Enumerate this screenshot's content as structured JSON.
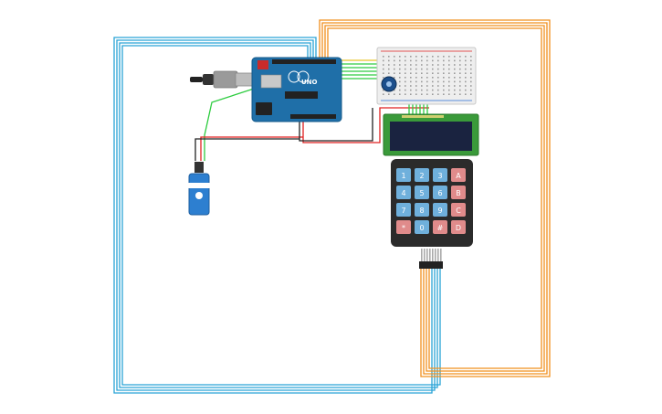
{
  "colors": {
    "background": "#ffffff",
    "wire_blue": "#2aa3d6",
    "wire_orange": "#f0901e",
    "wire_green": "#2ecc40",
    "wire_red": "#e02020",
    "wire_black": "#222222",
    "wire_yellow": "#e8c32a",
    "arduino_board": "#1f6fa8",
    "breadboard": "#eeeeee",
    "lcd_pcb": "#3a9a3a",
    "lcd_screen": "#1a2340",
    "keypad_body": "#2b2b2b",
    "key_blue": "#6fb0dc",
    "key_red": "#e08b8b",
    "servo_body": "#2d7fd0"
  },
  "arduino": {
    "brand": "UNO",
    "icon": "arduino-uno-board"
  },
  "keypad": {
    "rows": [
      [
        {
          "label": "1",
          "kind": "digit"
        },
        {
          "label": "2",
          "kind": "digit"
        },
        {
          "label": "3",
          "kind": "digit"
        },
        {
          "label": "A",
          "kind": "func"
        }
      ],
      [
        {
          "label": "4",
          "kind": "digit"
        },
        {
          "label": "5",
          "kind": "digit"
        },
        {
          "label": "6",
          "kind": "digit"
        },
        {
          "label": "B",
          "kind": "func"
        }
      ],
      [
        {
          "label": "7",
          "kind": "digit"
        },
        {
          "label": "8",
          "kind": "digit"
        },
        {
          "label": "9",
          "kind": "digit"
        },
        {
          "label": "C",
          "kind": "func"
        }
      ],
      [
        {
          "label": "*",
          "kind": "func"
        },
        {
          "label": "0",
          "kind": "digit"
        },
        {
          "label": "#",
          "kind": "func"
        },
        {
          "label": "D",
          "kind": "func"
        }
      ]
    ]
  },
  "components": {
    "usb_cable": "usb-cable-icon",
    "breadboard": "breadboard-icon",
    "potentiometer": "potentiometer-icon",
    "lcd": "lcd-16x2-icon",
    "servo": "servo-motor-icon"
  }
}
